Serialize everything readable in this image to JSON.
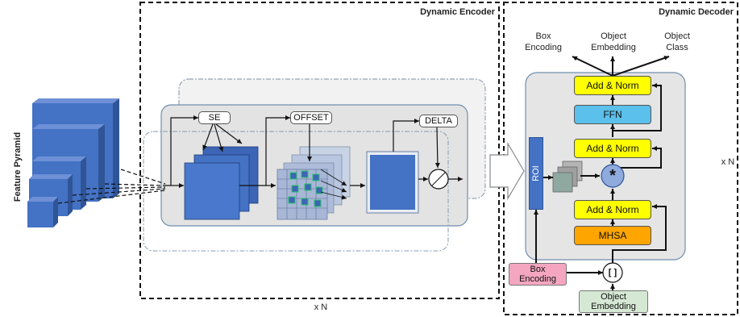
{
  "encoder": {
    "title": "Dynamic Encoder",
    "repeat": "x N",
    "input_label": "Feature Pyramid",
    "blocks": {
      "se": "SE",
      "offset": "OFFSET",
      "delta": "DELTA"
    }
  },
  "decoder": {
    "title": "Dynamic Decoder",
    "repeat": "x N",
    "outputs": {
      "box_encoding": "Box\nEncoding",
      "object_embedding": "Object\nEmbedding",
      "object_class": "Object\nClass"
    },
    "roi": "ROI",
    "add_norm_top": "Add & Norm",
    "ffn": "FFN",
    "add_norm_mid": "Add & Norm",
    "multiply": "*",
    "add_norm_low": "Add & Norm",
    "mhsa": "MHSA",
    "concat": "[ ]",
    "box_input": "Box\nEncoding",
    "object_input": "Object\nEmbedding"
  },
  "colors": {
    "cube_blue": "#4472C4",
    "cube_blue_dark": "#2F5597",
    "add_norm": "#FFFF00",
    "ffn": "#5BC0EB",
    "mhsa": "#FFA500",
    "box_encoding": "#F4A6C0",
    "object_embedding": "#D5E8D4",
    "panel_gray": "#E5E5E5"
  }
}
